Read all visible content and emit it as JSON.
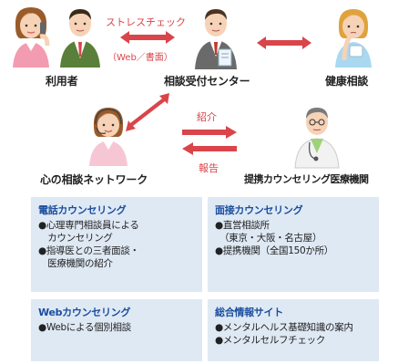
{
  "nodes": {
    "user": "利用者",
    "center": "相談受付センター",
    "health": "健康相談",
    "network": "心の相談ネットワーク",
    "partner": "提携カウンセリング医療機関"
  },
  "edges": {
    "stress_check": "ストレスチェック",
    "stress_check_sub": "（Web／書面）",
    "referral": "紹介",
    "report": "報告"
  },
  "panels": {
    "phone": {
      "title": "電話カウンセリング",
      "items": [
        [
          "●心理専門相談員による",
          "　カウンセリング"
        ],
        [
          "●指導医との三者面談・",
          "　医療機関の紹介"
        ]
      ]
    },
    "face": {
      "title": "面接カウンセリング",
      "items": [
        [
          "●直営相談所",
          "　（東京・大阪・名古屋）"
        ],
        [
          "●提携機関（全国150か所）"
        ]
      ]
    },
    "web": {
      "title": "Webカウンセリング",
      "items": [
        [
          "●Webによる個別相談"
        ]
      ]
    },
    "info": {
      "title": "総合情報サイト",
      "items": [
        [
          "●メンタルヘルス基礎知識の案内"
        ],
        [
          "●メンタルセルフチェック"
        ]
      ]
    }
  },
  "colors": {
    "arrow": "#d9454a",
    "panel_bg": "#dfe9f4",
    "panel_title": "#1a4d9e"
  }
}
